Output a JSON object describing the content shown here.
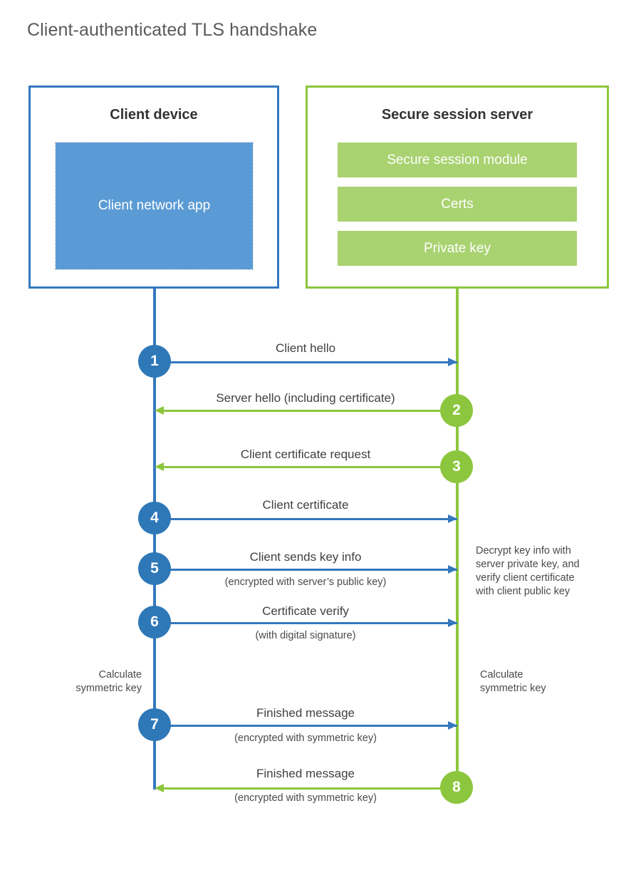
{
  "title": "Client-authenticated TLS handshake",
  "colors": {
    "client_blue": "#3478BE",
    "client_app_blue": "#5B9BD5",
    "step_blue": "#2E78B8",
    "server_green": "#8CC63E",
    "server_bar_green": "#A9D271",
    "text_dark": "#404040",
    "title_gray": "#5A5A5A"
  },
  "client": {
    "title": "Client device",
    "app_label": "Client network app"
  },
  "server": {
    "title": "Secure session server",
    "components": [
      {
        "label": "Secure session module"
      },
      {
        "label": "Certs"
      },
      {
        "label": "Private key"
      }
    ]
  },
  "notes": {
    "server_decrypt": "Decrypt key info with\nserver private key, and\nverify client certificate\nwith client public key",
    "client_calc": "Calculate\nsymmetric key",
    "server_calc": "Calculate\nsymmetric key"
  },
  "messages": [
    {
      "step": "1",
      "label": "Client hello",
      "sublabel": "",
      "direction": "client-to-server",
      "color": "blue"
    },
    {
      "step": "2",
      "label": "Server hello (including certificate)",
      "sublabel": "",
      "direction": "server-to-client",
      "color": "green"
    },
    {
      "step": "3",
      "label": "Client certificate request",
      "sublabel": "",
      "direction": "server-to-client",
      "color": "green"
    },
    {
      "step": "4",
      "label": "Client certificate",
      "sublabel": "",
      "direction": "client-to-server",
      "color": "blue"
    },
    {
      "step": "5",
      "label": "Client sends key info",
      "sublabel": "(encrypted with server’s public key)",
      "direction": "client-to-server",
      "color": "blue"
    },
    {
      "step": "6",
      "label": "Certificate verify",
      "sublabel": "(with digital signature)",
      "direction": "client-to-server",
      "color": "blue"
    },
    {
      "step": "7",
      "label": "Finished message",
      "sublabel": "(encrypted with symmetric key)",
      "direction": "client-to-server",
      "color": "blue"
    },
    {
      "step": "8",
      "label": "Finished message",
      "sublabel": "(encrypted with symmetric key)",
      "direction": "server-to-client",
      "color": "green"
    }
  ],
  "chart_data": {
    "type": "diagram",
    "subtype": "sequence-diagram",
    "title": "Client-authenticated TLS handshake",
    "participants": [
      "Client device",
      "Secure session server"
    ],
    "steps": [
      {
        "n": 1,
        "from": "client",
        "to": "server",
        "text": "Client hello"
      },
      {
        "n": 2,
        "from": "server",
        "to": "client",
        "text": "Server hello (including certificate)"
      },
      {
        "n": 3,
        "from": "server",
        "to": "client",
        "text": "Client certificate request"
      },
      {
        "n": 4,
        "from": "client",
        "to": "server",
        "text": "Client certificate"
      },
      {
        "n": 5,
        "from": "client",
        "to": "server",
        "text": "Client sends key info",
        "note": "(encrypted with server’s public key)"
      },
      {
        "n": 6,
        "from": "client",
        "to": "server",
        "text": "Certificate verify",
        "note": "(with digital signature)"
      },
      {
        "n": 7,
        "from": "client",
        "to": "server",
        "text": "Finished message",
        "note": "(encrypted with symmetric key)"
      },
      {
        "n": 8,
        "from": "server",
        "to": "client",
        "text": "Finished message",
        "note": "(encrypted with symmetric key)"
      }
    ]
  }
}
